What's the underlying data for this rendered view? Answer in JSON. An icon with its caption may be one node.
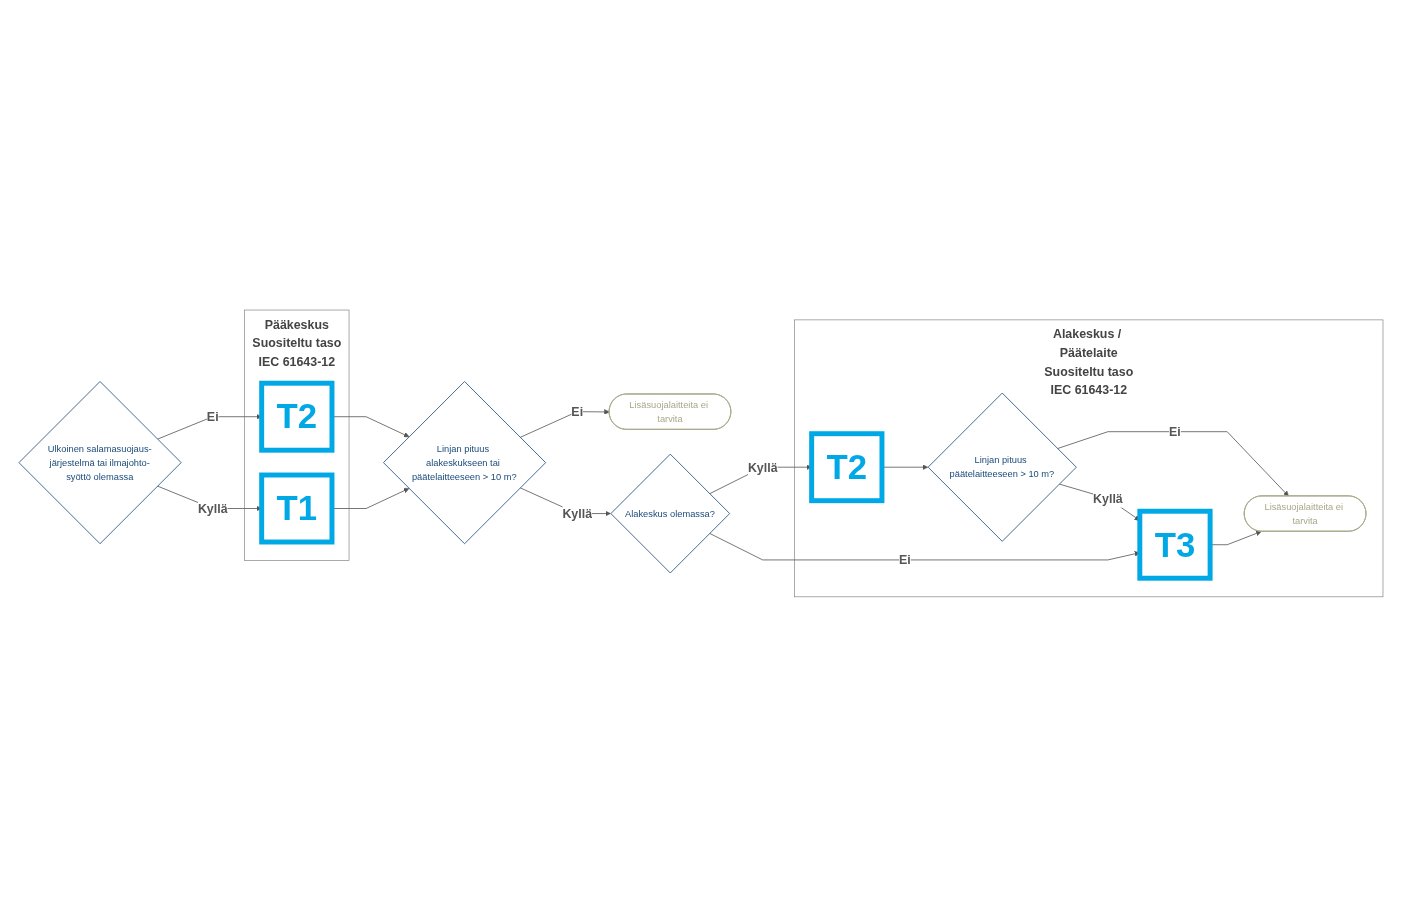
{
  "diagram": {
    "nodes": [
      {
        "text": [
          "Pääkeskus",
          "Suositeltu taso",
          "IEC 61643-12"
        ]
      },
      {
        "text": [
          "Ulkoinen salamasuojaus-järjestelmä tai ilmajohto-syöttö olemassa"
        ]
      },
      {
        "text": [
          "T2"
        ],
        "in": 0
      },
      {
        "text": [
          "T1"
        ],
        "in": 0
      },
      {
        "text": [
          "Linjan pituus alakeskukseen tai päätelaitteeseen > 10 m?"
        ]
      },
      {
        "text": [
          "Lisäsuojalaitteita ei tarvita"
        ]
      },
      {
        "text": [
          "Alakeskus olemassa?"
        ]
      },
      {
        "text": [
          "Alakeskus / Päätelaite",
          "Suositeltu taso",
          "IEC 61643-12"
        ]
      },
      {
        "text": [
          "Lisäsuojalaitteita ei tarvita"
        ],
        "in": 7
      },
      {
        "text": [
          "T2"
        ],
        "in": 7
      },
      {
        "text": [
          "Linjan pituus päätelaitteeseen > 10 m?"
        ],
        "in": 7
      },
      {
        "text": [
          "T3"
        ],
        "in": 7
      }
    ],
    "edges": [
      {
        "from": 1,
        "to": 2,
        "arrow": "to",
        "label": "Ei"
      },
      {
        "from": 1,
        "to": 3,
        "arrow": "to",
        "label": "Kyllä"
      },
      {
        "from": 2,
        "to": 4,
        "arrow": "to"
      },
      {
        "from": 3,
        "to": 4,
        "arrow": "to"
      },
      {
        "from": 4,
        "to": 5,
        "arrow": "to",
        "label": "Ei"
      },
      {
        "from": 4,
        "to": 6,
        "arrow": "to",
        "label": "Kyllä"
      },
      {
        "from": 6,
        "to": 9,
        "arrow": "to",
        "label": "Kyllä"
      },
      {
        "from": 6,
        "to": 11,
        "arrow": "to",
        "label": "Ei"
      },
      {
        "from": 9,
        "to": 10,
        "arrow": "to"
      },
      {
        "from": 10,
        "to": 8,
        "arrow": "to",
        "label": "Ei"
      },
      {
        "from": 10,
        "to": 11,
        "arrow": "to",
        "label": "Kyllä"
      },
      {
        "from": 11,
        "to": 8,
        "arrow": "to"
      }
    ]
  }
}
